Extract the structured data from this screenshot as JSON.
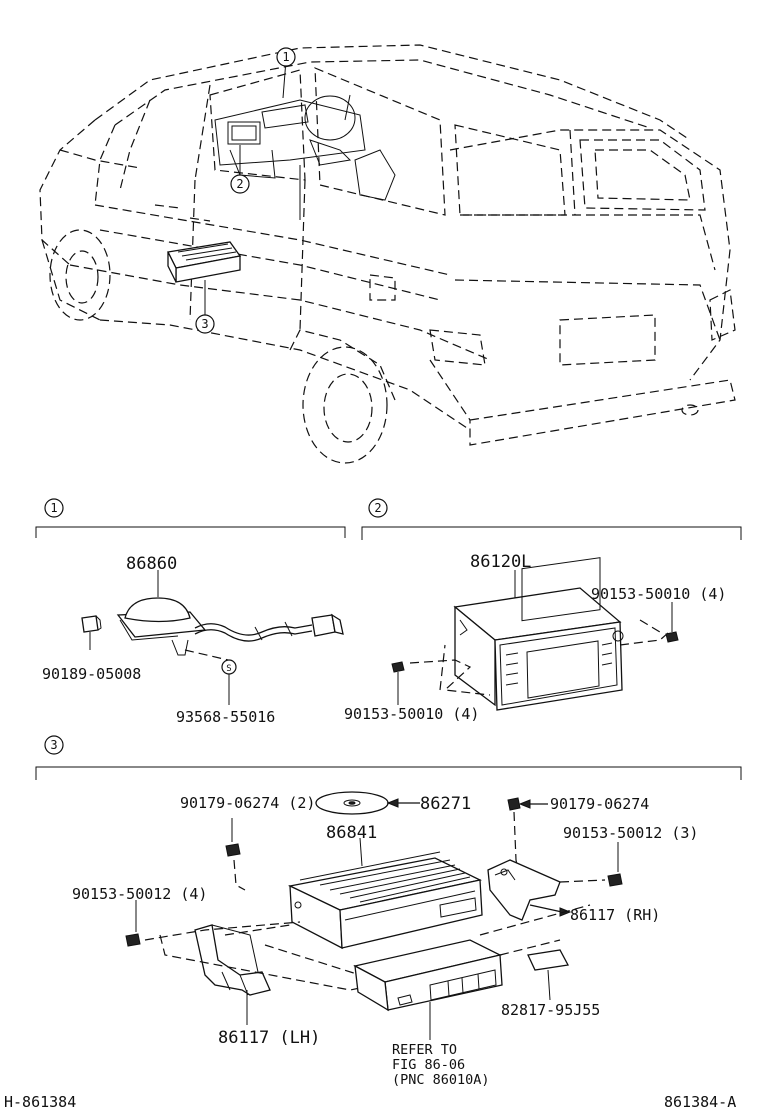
{
  "callouts": {
    "c1": "1",
    "c2": "2",
    "c3": "3"
  },
  "section1": {
    "callout": "1",
    "parts": {
      "antenna": "86860",
      "clip": "90189-05008",
      "screw": "93568-55016"
    }
  },
  "section2": {
    "callout": "2",
    "parts": {
      "display": "86120L",
      "screw_right": "90153-50010 (4)",
      "screw_left": "90153-50010 (4)"
    }
  },
  "section3": {
    "callout": "3",
    "parts": {
      "disc": "86271",
      "nut_left": "90179-06274 (2)",
      "nut_right": "90179-06274",
      "player": "86841",
      "screw_right": "90153-50012 (3)",
      "screw_left": "90153-50012 (4)",
      "bracket_rh": "86117 (RH)",
      "bracket_lh": "86117 (LH)",
      "label": "82817-95J55",
      "refer_line1": "REFER TO",
      "refer_line2": "FIG 86-06",
      "refer_line3": "(PNC 86010A)"
    }
  },
  "footer": {
    "left_code": "H-861384",
    "right_code": "861384-A"
  }
}
